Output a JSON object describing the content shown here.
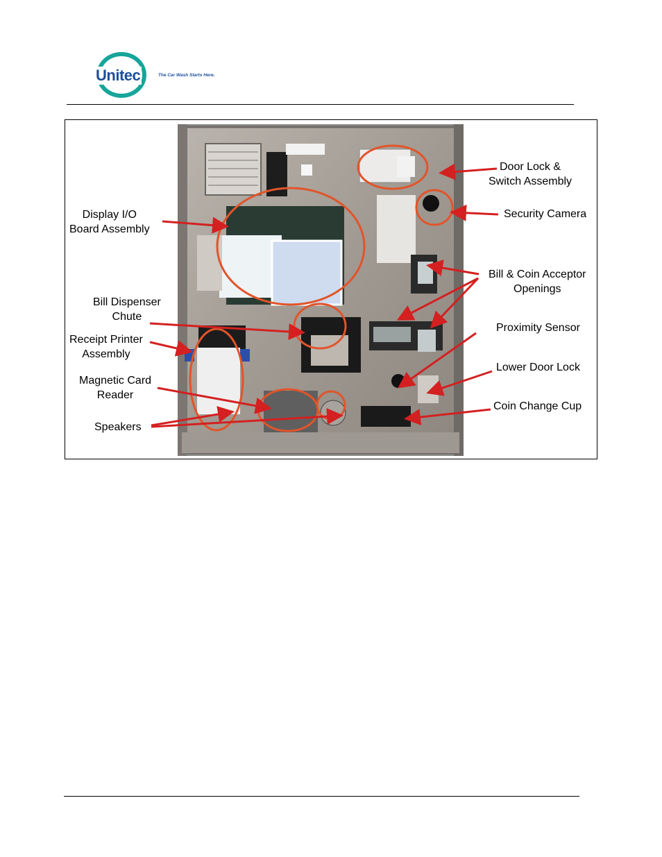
{
  "header": {
    "logo_text": "Unitec",
    "logo_tagline": "The Car Wash Starts Here."
  },
  "figure": {
    "callouts": [
      {
        "id": "door-lock",
        "lines": [
          "Door Lock &",
          "Switch Assembly"
        ]
      },
      {
        "id": "security-camera",
        "lines": [
          "Security Camera"
        ]
      },
      {
        "id": "display-io",
        "lines": [
          "Display I/O",
          "Board Assembly"
        ]
      },
      {
        "id": "bill-coin",
        "lines": [
          "Bill & Coin Acceptor",
          "Openings"
        ]
      },
      {
        "id": "bill-dispenser",
        "lines": [
          "Bill Dispenser",
          "Chute"
        ]
      },
      {
        "id": "proximity",
        "lines": [
          "Proximity Sensor"
        ]
      },
      {
        "id": "receipt-printer",
        "lines": [
          "Receipt Printer",
          "Assembly"
        ]
      },
      {
        "id": "lower-lock",
        "lines": [
          "Lower Door Lock"
        ]
      },
      {
        "id": "magnetic-card",
        "lines": [
          "Magnetic Card",
          "Reader"
        ]
      },
      {
        "id": "coin-cup",
        "lines": [
          "Coin Change Cup"
        ]
      },
      {
        "id": "speakers",
        "lines": [
          "Speakers"
        ]
      }
    ]
  }
}
